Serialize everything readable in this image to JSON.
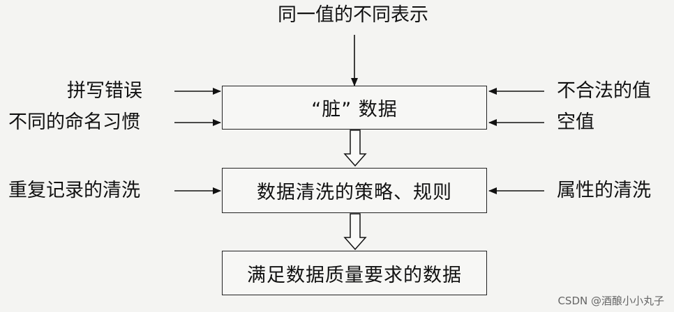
{
  "top_label": "同一值的不同表示",
  "boxes": {
    "dirty": "“脏” 数据",
    "strategy": "数据清洗的策略、规则",
    "result": "满足数据质量要求的数据"
  },
  "left_labels": [
    "拼写错误",
    "不同的命名习惯",
    "重复记录的清洗"
  ],
  "right_labels": [
    "不合法的值",
    "空值",
    "属性的清洗"
  ],
  "watermark": "CSDN @酒酿小小丸子"
}
